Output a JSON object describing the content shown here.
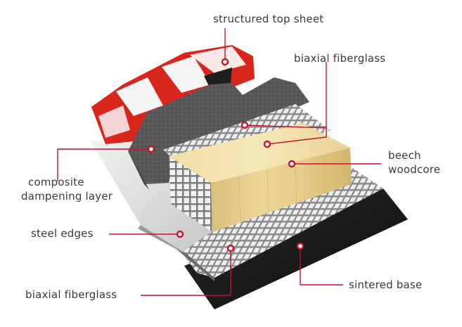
{
  "diagram": {
    "labels": {
      "top_sheet": "structured top sheet",
      "fiberglass_top": "biaxial fiberglass",
      "woodcore_line1": "beech",
      "woodcore_line2": "woodcore",
      "damping_line1": "composite",
      "damping_line2": "dampening layer",
      "steel_edges": "steel edges",
      "fiberglass_bottom": "biaxial fiberglass",
      "base": "sintered base"
    },
    "colors": {
      "leader": "#c8102e",
      "top_sheet_red": "#d8261c",
      "damping": "#5a5a5a",
      "fiberglass": "#8a8a8a",
      "wood": "#ead9a2",
      "base": "#1a1a1a",
      "steel": "#dedede"
    }
  }
}
